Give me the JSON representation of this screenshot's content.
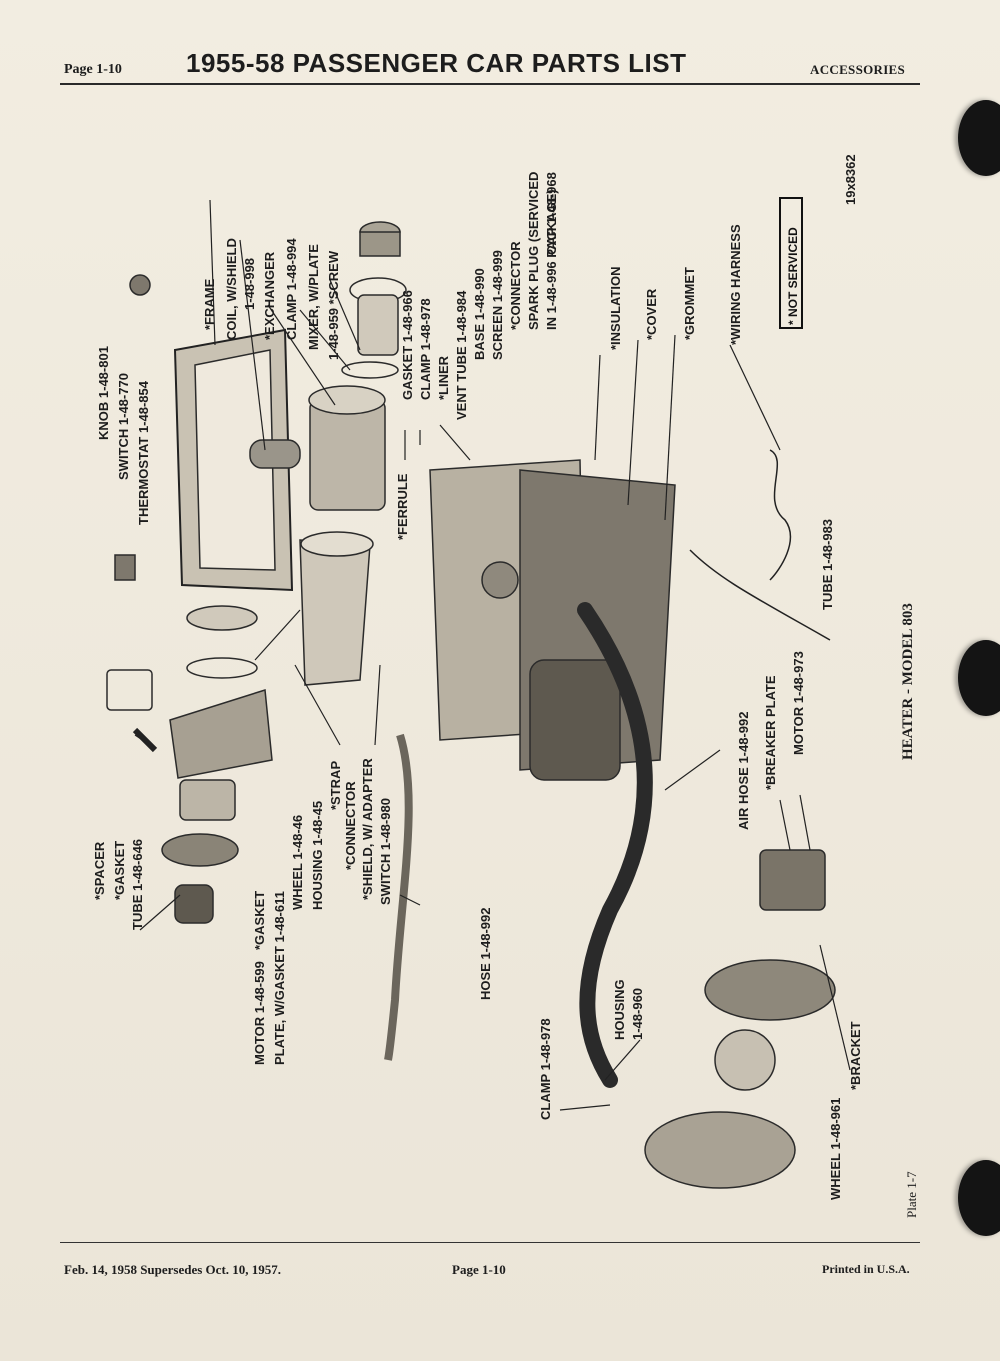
{
  "header": {
    "page": "Page 1-10",
    "title": "1955-58 PASSENGER CAR PARTS LIST",
    "section": "ACCESSORIES"
  },
  "footer": {
    "date": "Feb. 14, 1958 Supersedes Oct. 10, 1957.",
    "page": "Page 1-10",
    "printed": "Printed in U.S.A."
  },
  "plate": {
    "number": "19x8362",
    "caption": "HEATER - MODEL 803",
    "plate_label": "Plate 1-7",
    "not_serviced": "* NOT SERVICED"
  },
  "labels": {
    "frame": "*FRAME",
    "coil": "COIL, W/SHIELD",
    "coil_num": "1-48-998",
    "exchanger": "*EXCHANGER",
    "clamp_994": "CLAMP 1-48-994",
    "mixer": "MIXER, W/PLATE",
    "mixer_num": "1-48-959 *SCREW",
    "gasket_966": "GASKET 1-48-966",
    "clamp_978a": "CLAMP 1-48-978",
    "liner": "*LINER",
    "vent_tube": "VENT TUBE 1-48-984",
    "base": "BASE 1-48-990",
    "screen": "SCREEN 1-48-999",
    "connector_top": "*CONNECTOR",
    "spark_plug": "SPARK PLUG (SERVICED",
    "spark_plug2": "IN 1-48-996 PACKAGE)",
    "cap": "CAP 1-48-968",
    "insulation": "*INSULATION",
    "cover": "*COVER",
    "grommet": "*GROMMET",
    "wiring": "*WIRING HARNESS",
    "tube_983": "TUBE 1-48-983",
    "knob": "KNOB 1-48-801",
    "switch_770": "SWITCH 1-48-770",
    "thermostat": "THERMOSTAT 1-48-854",
    "ferrule": "*FERRULE",
    "spacer": "*SPACER",
    "gasket": "*GASKET",
    "tube_646": "TUBE 1-48-646",
    "motor_599": "MOTOR 1-48-599",
    "plate_611": "PLATE, W/GASKET 1-48-611",
    "wheel_46": "WHEEL 1-48-46",
    "housing_45": "HOUSING 1-48-45",
    "gasket2": "*GASKET",
    "strap": "*STRAP",
    "connector2": "*CONNECTOR",
    "shield": "*SHIELD, W/ ADAPTER",
    "switch_980": "SWITCH 1-48-980",
    "hose_992": "HOSE 1-48-992",
    "clamp_978b": "CLAMP 1-48-978",
    "housing_960": "HOUSING",
    "housing_960n": "1-48-960",
    "wheel_961": "WHEEL 1-48-961",
    "bracket": "*BRACKET",
    "air_hose": "AIR HOSE 1-48-992",
    "breaker": "*BREAKER PLATE",
    "motor_973": "MOTOR 1-48-973"
  },
  "colors": {
    "paper": "#efe9dd",
    "ink": "#1d1d1d",
    "punch_hole": "#141414"
  }
}
